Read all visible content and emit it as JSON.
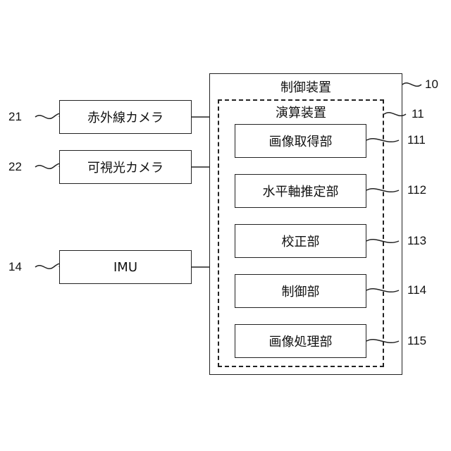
{
  "control_device": {
    "label": "制御装置",
    "ref": "10"
  },
  "compute_device": {
    "label": "演算装置",
    "ref": "11"
  },
  "external_blocks": [
    {
      "label": "赤外線カメラ",
      "ref": "21"
    },
    {
      "label": "可視光カメラ",
      "ref": "22"
    },
    {
      "label": "IMU",
      "ref": "14"
    }
  ],
  "inner_blocks": [
    {
      "label": "画像取得部",
      "ref": "111"
    },
    {
      "label": "水平軸推定部",
      "ref": "112"
    },
    {
      "label": "校正部",
      "ref": "113"
    },
    {
      "label": "制御部",
      "ref": "114"
    },
    {
      "label": "画像処理部",
      "ref": "115"
    }
  ]
}
